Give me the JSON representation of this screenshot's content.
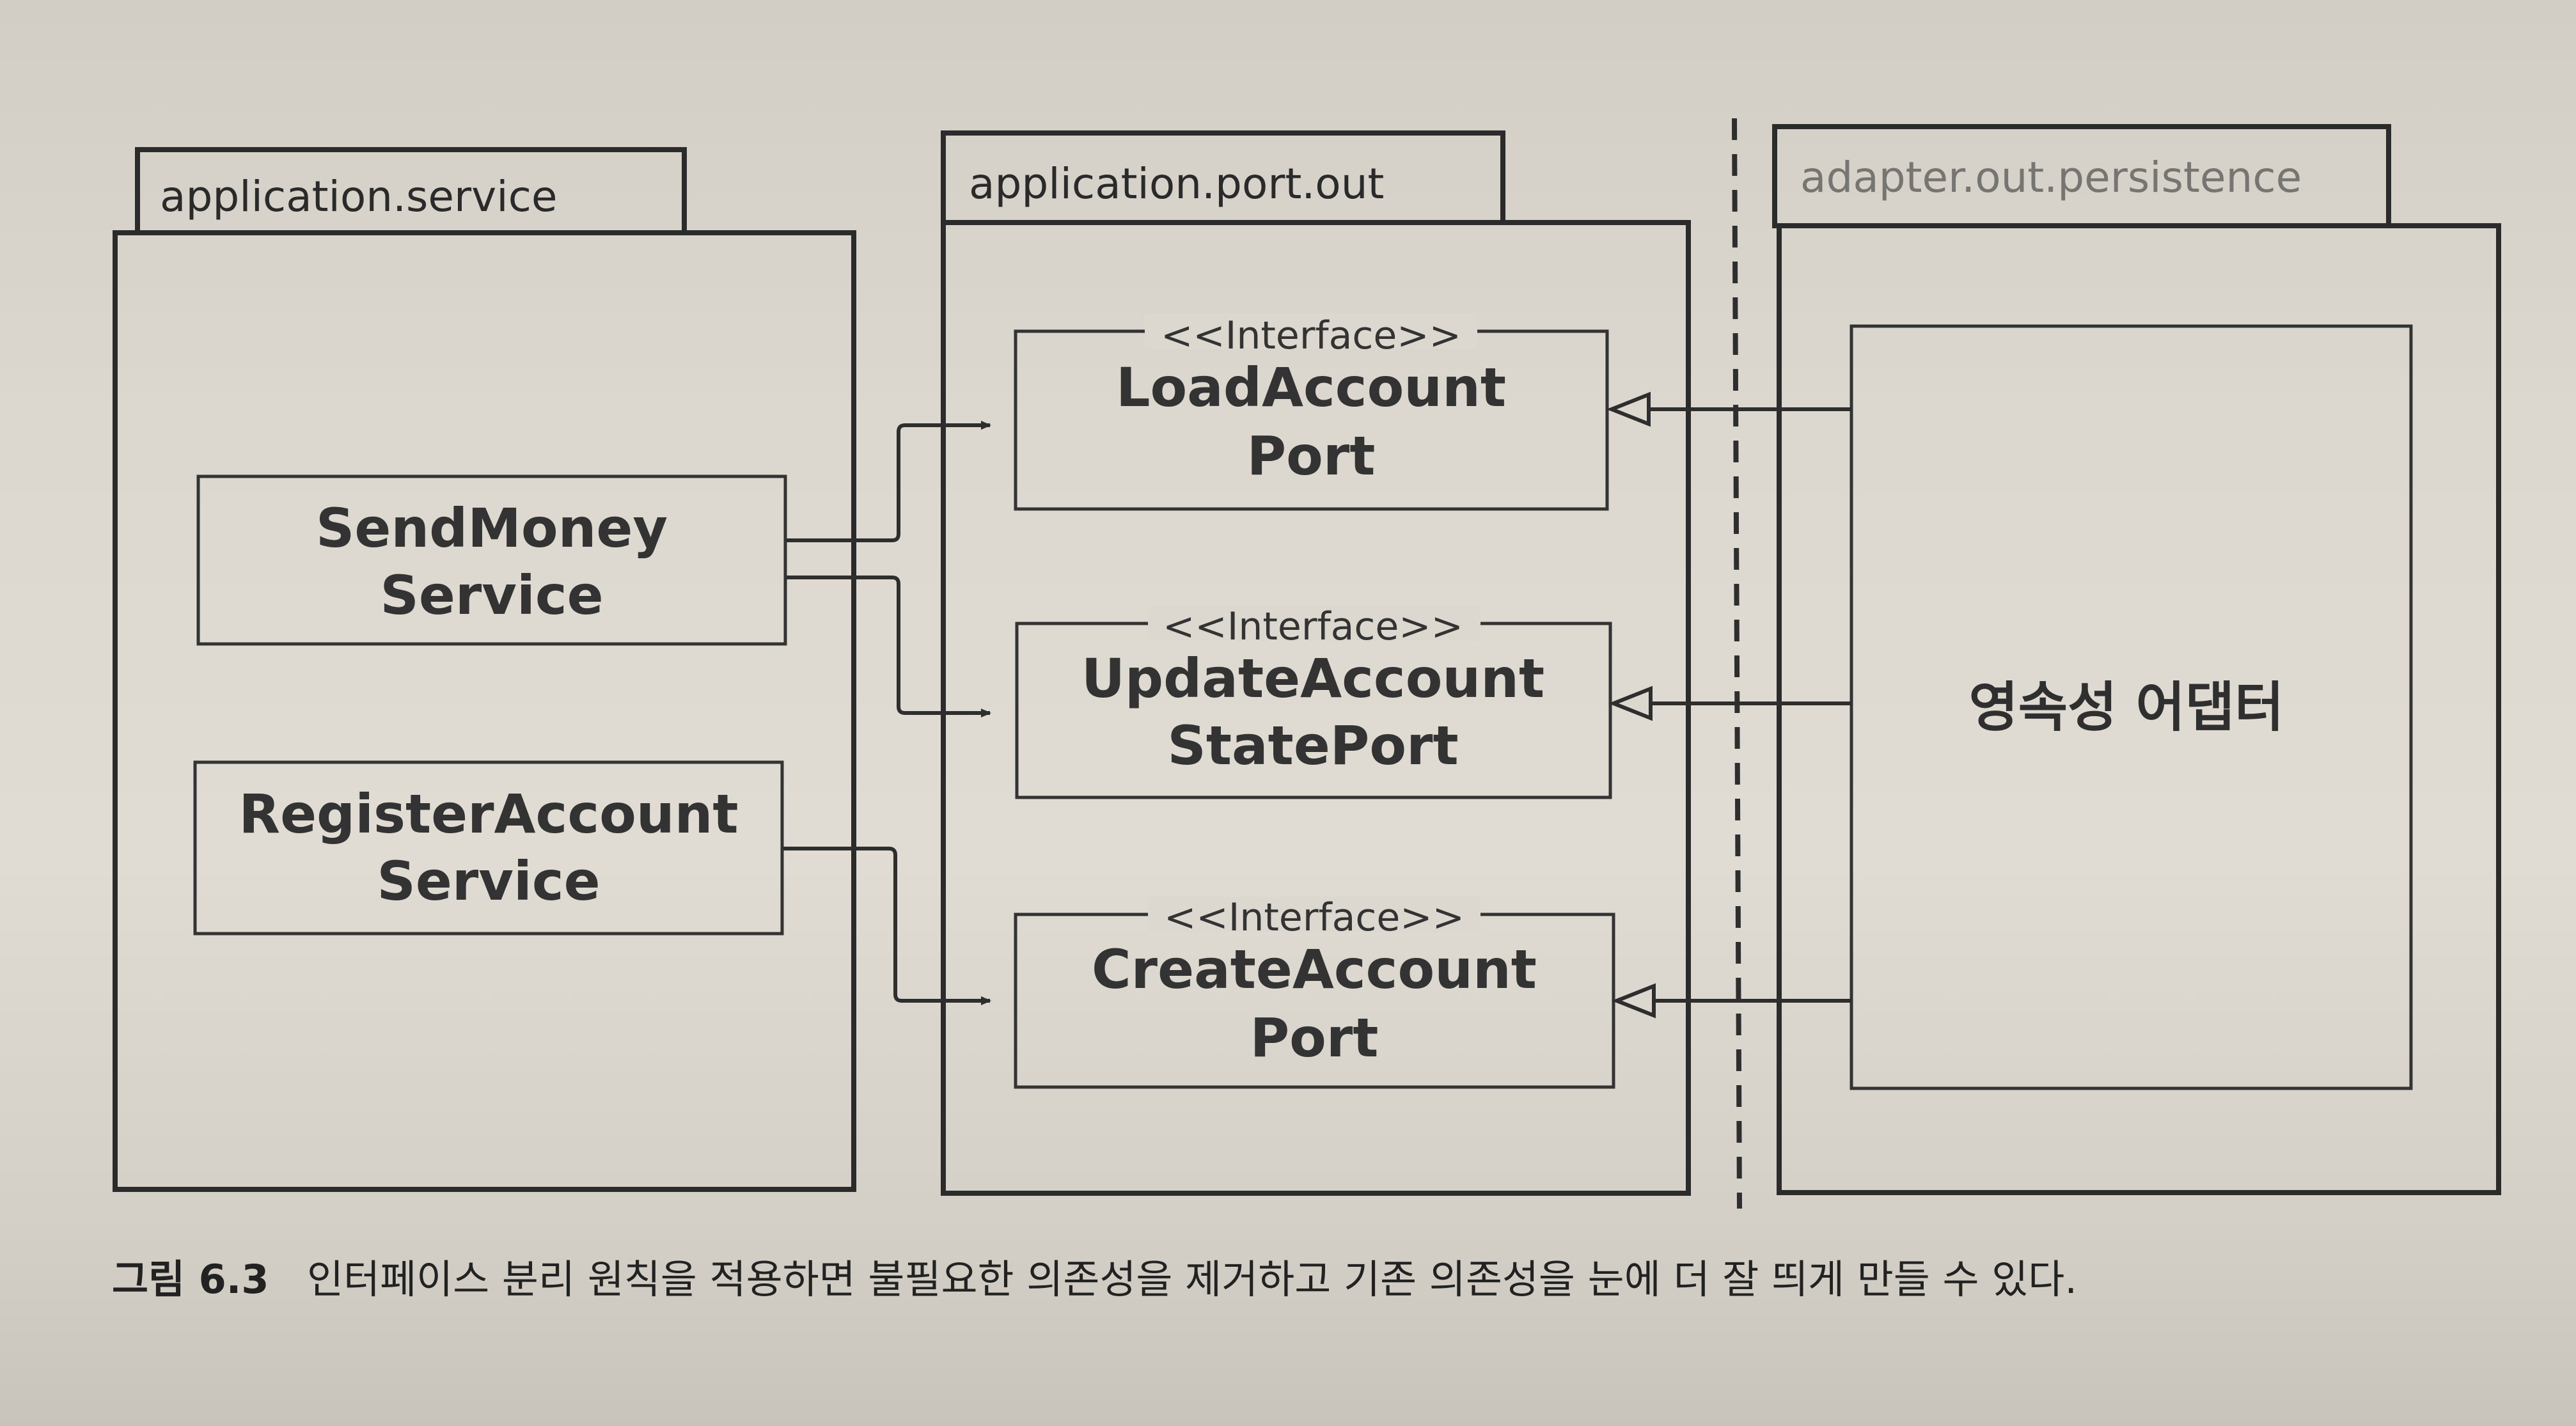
{
  "packages": {
    "service": "application.service",
    "port_out": "application.port.out",
    "persistence": "adapter.out.persistence"
  },
  "services": {
    "send_money": [
      "SendMoney",
      "Service"
    ],
    "register_account": [
      "RegisterAccount",
      "Service"
    ]
  },
  "interfaces": {
    "stereotype": "<<Interface>>",
    "load_account": [
      "LoadAccount",
      "Port"
    ],
    "update_account_state": [
      "UpdateAccount",
      "StatePort"
    ],
    "create_account": [
      "CreateAccount",
      "Port"
    ]
  },
  "adapter": {
    "label": "영속성 어댑터"
  },
  "caption": {
    "number": "그림 6.3",
    "text": "인터페이스 분리 원칙을 적용하면 불필요한 의존성을 제거하고 기존 의존성을 눈에 더 잘 띄게 만들 수 있다."
  },
  "colors": {
    "ink": "#2b2b2b",
    "paper": "#dcd8d0"
  }
}
